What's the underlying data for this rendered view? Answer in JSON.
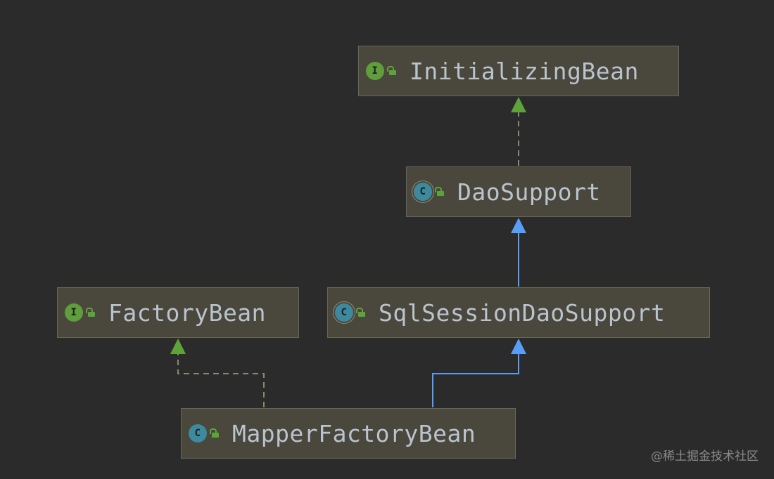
{
  "nodes": {
    "initializing_bean": {
      "label": "InitializingBean",
      "kind": "interface",
      "kind_letter": "I"
    },
    "dao_support": {
      "label": "DaoSupport",
      "kind": "abstract-class",
      "kind_letter": "C"
    },
    "sql_session_dao_support": {
      "label": "SqlSessionDaoSupport",
      "kind": "abstract-class",
      "kind_letter": "C"
    },
    "factory_bean": {
      "label": "FactoryBean",
      "kind": "interface",
      "kind_letter": "I"
    },
    "mapper_factory_bean": {
      "label": "MapperFactoryBean",
      "kind": "class",
      "kind_letter": "C"
    }
  },
  "edges": [
    {
      "from": "dao_support",
      "to": "initializing_bean",
      "type": "implements"
    },
    {
      "from": "sql_session_dao_support",
      "to": "dao_support",
      "type": "extends"
    },
    {
      "from": "mapper_factory_bean",
      "to": "sql_session_dao_support",
      "type": "extends"
    },
    {
      "from": "mapper_factory_bean",
      "to": "factory_bean",
      "type": "implements"
    }
  ],
  "colors": {
    "background": "#2b2b2b",
    "node_fill": "#4a473c",
    "node_border": "#6b6754",
    "text": "#b9c4cf",
    "interface_icon": "#5f9d3d",
    "class_icon": "#3d8a9f",
    "extends_edge": "#589df6",
    "implements_edge": "#8a8a6e",
    "implements_arrow": "#5ea33a"
  },
  "watermark": "@稀土掘金技术社区"
}
